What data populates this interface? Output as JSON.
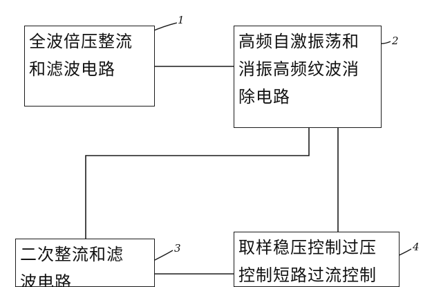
{
  "blocks": [
    {
      "id": "block-1",
      "lines": [
        "全波倍压整流",
        "和滤波电路"
      ]
    },
    {
      "id": "block-2",
      "lines": [
        "高频自激振荡和",
        "消振高频纹波消",
        "除电路"
      ]
    },
    {
      "id": "block-3",
      "lines": [
        "二次整流和滤",
        "波电路"
      ]
    },
    {
      "id": "block-4",
      "lines": [
        "取样稳压控制过压",
        "控制短路过流控制"
      ]
    }
  ],
  "refs": [
    "1",
    "2",
    "3",
    "4"
  ],
  "colors": {
    "line": "#1a1a1a",
    "text": "#111111",
    "background": "#ffffff"
  }
}
